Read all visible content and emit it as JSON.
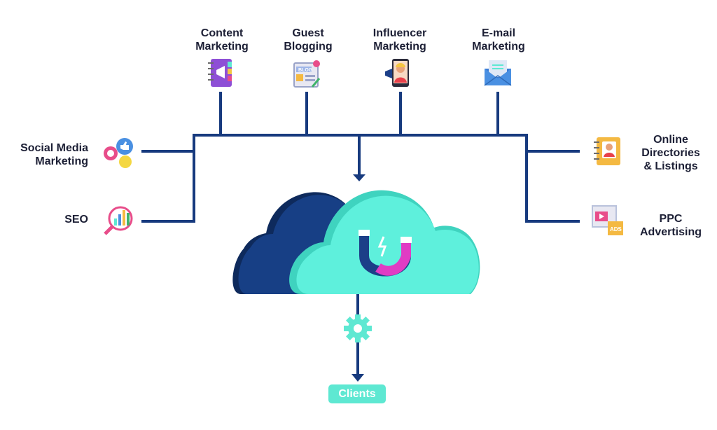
{
  "diagram": {
    "top_channels": [
      {
        "label": "Content\nMarketing",
        "icon": "notebook-megaphone-icon"
      },
      {
        "label": "Guest\nBlogging",
        "icon": "blog-page-icon"
      },
      {
        "label": "Influencer\nMarketing",
        "icon": "influencer-phone-icon"
      },
      {
        "label": "E-mail\nMarketing",
        "icon": "envelope-icon"
      }
    ],
    "left_channels": [
      {
        "label": "Social Media\nMarketing",
        "icon": "social-bubbles-icon"
      },
      {
        "label": "SEO",
        "icon": "magnifier-chart-icon"
      }
    ],
    "right_channels": [
      {
        "label": "Online\nDirectories\n& Listings",
        "icon": "address-book-icon"
      },
      {
        "label": "PPC\nAdvertising",
        "icon": "ads-video-icon"
      }
    ],
    "center_icon": "magnet-cloud-icon",
    "process_icon": "gear-icon",
    "output": {
      "label": "Clients"
    },
    "colors": {
      "line": "#173a7e",
      "cloud_back": "#123a7d",
      "cloud_front": "#5ef0dc",
      "badge": "#5ee8d2",
      "text": "#1c1f35"
    }
  }
}
